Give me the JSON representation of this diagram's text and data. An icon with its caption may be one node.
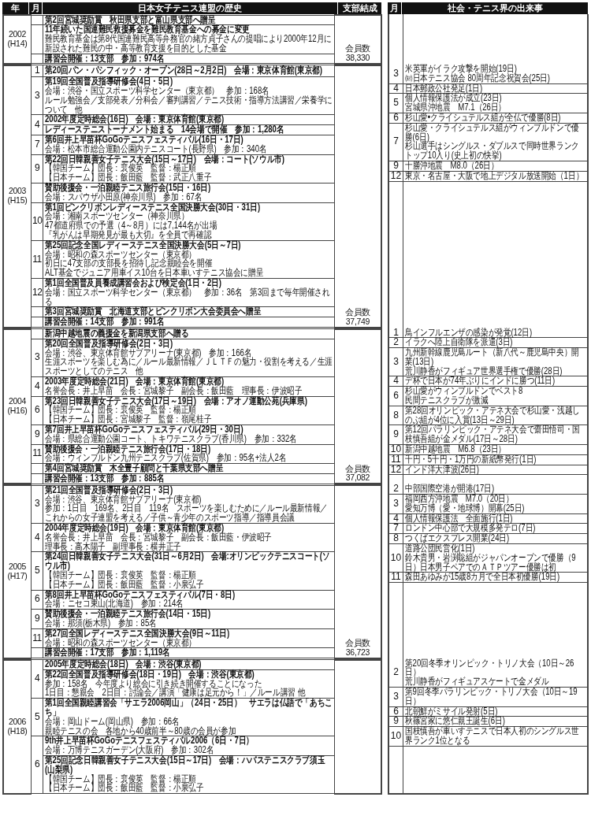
{
  "diagram": {
    "labels": [
      "年",
      "月",
      "日本女子テニス連盟の歴史",
      "支部結成",
      "月",
      "社会・テニス界の出来事",
      "2002",
      "(H14)",
      "第2回宮城奨励賞　秋田県支部と富山県支部へ贈呈",
      "11年続いた国連難民救援募金を難民教育基金への募金に変更",
      "難民教育基金は第8代国連難民高等弁務官の緒方貞子さんの提唱により2000年12月に新設された難民の中・高等教育支援を目的とした基金",
      "講習会開催：13支部　参加：974名",
      "会員数",
      "38,330",
      "2003",
      "(H15)",
      "1",
      "第20回パン・パシフィック・オープン(28日～2月2日)　会場：東京体育館(東京都)",
      "3",
      "第19回全国普及指導研修会(4日・5日)",
      "会場：渋谷・国立スポーツ科学センター（東京都）　参加：168名",
      "ルール勉強会／支部発表／分科会／審判講習／テニス技術・指導方法講習／栄養学について　他",
      "4",
      "2002年度定時総会(16日)　会場：東京体育館(東京都)",
      "レディーステニストーナメント始まる　14会場で開催　参加：1,280名",
      "7",
      "第6回井上早苗杯GoGoテニスフェスティバル(16日・17日)",
      "会場：松本市総合運動公園内テニスコート(長野県)　参加：340名",
      "9",
      "第22回日韓親善女子テニス大会(15日～17日)　会場：コート(ソウル市)",
      "【韓国チーム】団長：裵俊英　監督：楊正順",
      "【日本チーム】団長：飯田藍　監督：武正八重子",
      "賛助後援会・一泊親睦テニス旅行会(15日・16日)",
      "会場：スパウザ小田原(神奈川県)　参加：67名",
      "10",
      "第1回ピンクリボンレディーステニス全国決勝大会(30日・31日)",
      "会場：湘南スポーツセンター（神奈川県）",
      "47都道府県での予選（4～8月）には7,144名が出場",
      "『乳がんは早期発見が最も大切』を全員で再確認",
      "11",
      "第25回記念全国レディーステニス全国決勝大会(5日～7日)",
      "会場：昭和の森スポーツセンター（東京都）",
      "初日に47支部の支部長を招待し記念親睦会を開催",
      "ALT基金でジュニア用車イス10台を日本車いすテニス協会に贈呈",
      "12",
      "第1回全国普及員養成講習会および検定会(1日・2日)",
      "会場：国立スポーツ科学センター（東京都）　参加：36名　第3回まで毎年開催される",
      "第3回宮城奨励賞　北海道支部とピンクリボン大会委員会へ贈呈",
      "講習会開催：14支部　参加：991名",
      "会員数",
      "37,749",
      "3",
      "米英軍がイラク攻撃を開始(19日)",
      "㈶日本テニス協会 80周年記念祝賀会(25日)",
      "4",
      "日本郵政公社発足(1日)",
      "5",
      "個人情報保護法が成立(23日)",
      "宮城県沖地震　M7.1（26日）",
      "6",
      "杉山愛•クライシュテルス組が全仏で優勝(8日)",
      "7",
      "杉山愛・クライシュテルス組がウィンブルドンで優勝(6日)",
      "杉山選手はシングルス・ダブルスで同時世界ランクトップ10入り(史上初の快挙)",
      "9",
      "十勝沖地震　M8.0（26日）",
      "12",
      "東京・名古屋・大阪で地上デジタル放送開始（1日）",
      "2004",
      "(H16)",
      "新潟中越地震の義援金を新潟県支部へ贈る",
      "3",
      "第20回全国普及指導研修会(2日・3日)",
      "会場：渋谷、東京体育館サブアリーナ(東京都)　参加：166名",
      "生涯スポーツを楽しむ為に／ルール最新情報／ＪＬＴＦの魅力・役割を考える／生涯スポーツとしてのテニス　他",
      "4",
      "2003年度定時総会(21日)　会場：東京体育館(東京都)",
      "名誉会長：井上早苗　会長：宮城黎子　副会長：飯田藍　理事長：伊波昭子",
      "6",
      "第23回日韓親善女子テニス大会(17日～19日)　会場：アオノ運動公苑(兵庫県)",
      "【韓国チーム】団長：裵俊英　監督：楊正順",
      "【日本チーム】団長：宮城黎子　監督：嶺尾桂子",
      "9",
      "第7回井上早苗杯GoGoテニスフェスティバル(29日・30日)",
      "会場：県総合運動公園コート、トキワテニスクラブ(香川県)　参加：332名",
      "11",
      "賛助後援会・一泊親睦テニス旅行会(17日・18日)",
      "会場：ウィンブルドン九州テニスクラブ(佐賀県)　参加：95名+法人2名",
      "第4回宮城奨励賞　木全豊子顧問と千葉県支部へ贈呈",
      "講習会開催：13支部　参加：885名",
      "会員数",
      "37,082",
      "1",
      "鳥インフルエンザの感染が発覚(12日)",
      "2",
      "イラクへ陸上自衛隊を派遣(3日)",
      "3",
      "九州新幹線鹿児島ルート（新八代～鹿児島中央）開業(13日)",
      "荒川静香がフィギュア世界選手権で優勝(28日)",
      "4",
      "デ杯で日本が74年ぶりにインドに勝つ(11日)",
      "6",
      "杉山愛がウィンブルドンでベスト8",
      "民間テニスクラブが激減",
      "8",
      "第28回オリンピック・アテネ大会で杉山愛・浅越しのぶ組が4位に入賞(13日～29日)",
      "9",
      "第12回パラリンピック・アテネ大会で齋田悟司・国枝慎吾組が金メダル(17日～28日)",
      "10",
      "新潟中越地震　M6.8（23日）",
      "11",
      "千円・5千円・1万円の新紙幣発行(1日)",
      "12",
      "インド洋大津波(26日)",
      "2005",
      "(H17)",
      "3",
      "第21回全国普及指導研修会(2日・3日)",
      "会場：渋谷、東京体育館サブアリーナ(東京都)",
      "参加：1日目　169名、2日目　119名　スポーツを楽しむために／ルール最新情報／これからの女子連盟を考える／子供～青少年のスポーツ指導／指導員会議",
      "4",
      "2004年度定時総会(19日)　会場：東京体育館(東京都)",
      "名誉会長：井上早苗　会長：宮城黎子　副会長：飯田藍・伊波昭子",
      "理事長：高木陽子　副理事長：横井正子",
      "5",
      "第24回日韓親善女子テニス大会(31日～6月2日)　会場:オリンピックテニスコート(ソウル市)",
      "【韓国チーム】団長：裵俊英　監督：楊正順",
      "【日本チーム】団長：飯田藍　監督：小泉弘子",
      "6",
      "第8回井上早苗杯GoGoテニスフェスティバル(7日・8日)",
      "会場：ニセコ東山(北海道)　参加：214名",
      "9",
      "賛助後援会・一泊親睦テニス旅行会(14日・15日)",
      "会場：那須(栃木県)　参加：85名",
      "11",
      "第27回全国レディーステニス全国決勝大会(9日～11日)",
      "会場：昭和の森スポーツセンター（東京都）",
      "講習会開催：17支部　参加：1,119名",
      "会員数",
      "36,723",
      "2",
      "中部国際空港が開港(17日)",
      "3",
      "福岡西方沖地震　M7.0（20日）",
      "愛知万博（愛・地球博）開幕(25日)",
      "4",
      "個人情報保護法　全面施行(1日)",
      "7",
      "ロンドン中心部で大規模多発テロ(7日)",
      "8",
      "つくばエクスプレス開業(24日)",
      "10",
      "道路公団民営化(1日)",
      "鈴木貴男・岩渕聡組がジャパンオープンで優勝（9日）日本男子ペアでのＡＴＰツアー優勝は初",
      "11",
      "森田あゆみが15歳8カ月で全日本初優勝(19日)",
      "2006",
      "(H18)",
      "4",
      "2005年度定時総会(18日)　会場：渋谷(東京都)",
      "第22回全国普及指導研修会(18日・19日)　会場：渋谷(東京都)",
      "参加：158名　今年度より総会に引き続き開催することになった",
      "1日目：懇親会　2日目：討論会／講演「健康は足元から！」／ルール講習 他",
      "5",
      "第1回全国親睦講習会「サエラ2006岡山」（24日・25日）　サエラは仏語で「あちこち」",
      "会場：岡山ドーム(岡山県)　参加：66名",
      "親睦テニスの会　各地から40歳前半～80歳の会員が参加",
      "6",
      "9th井上早苗杯GoGoテニスフェスティバル2006（6日・7日）",
      "会場：万博テニスガーデン(大阪府)　参加：302名",
      "第25回記念日韓親善女子テニス大会(15日～17日)　会場：ハバステニスクラブ須玉(山梨県)",
      "【韓国チーム】団長：裵俊英　監督：楊正順",
      "【日本チーム】団長：飯田藍　監督：小泉弘子",
      "2",
      "第20回冬季オリンピック・トリノ大会（10日～26日）",
      "荒川静香がフィギュアスケートで金メダル",
      "3",
      "第9回冬季パラリンピック・トリノ大会（10日～19日）",
      "6",
      "北朝鮮がミサイル発射(5日)",
      "9",
      "秋篠宮家に悠仁親王誕生(6日)",
      "10",
      "国枝慎吾が車いすテニスで日本人初のシングルス世界ランク1位となる"
    ]
  }
}
